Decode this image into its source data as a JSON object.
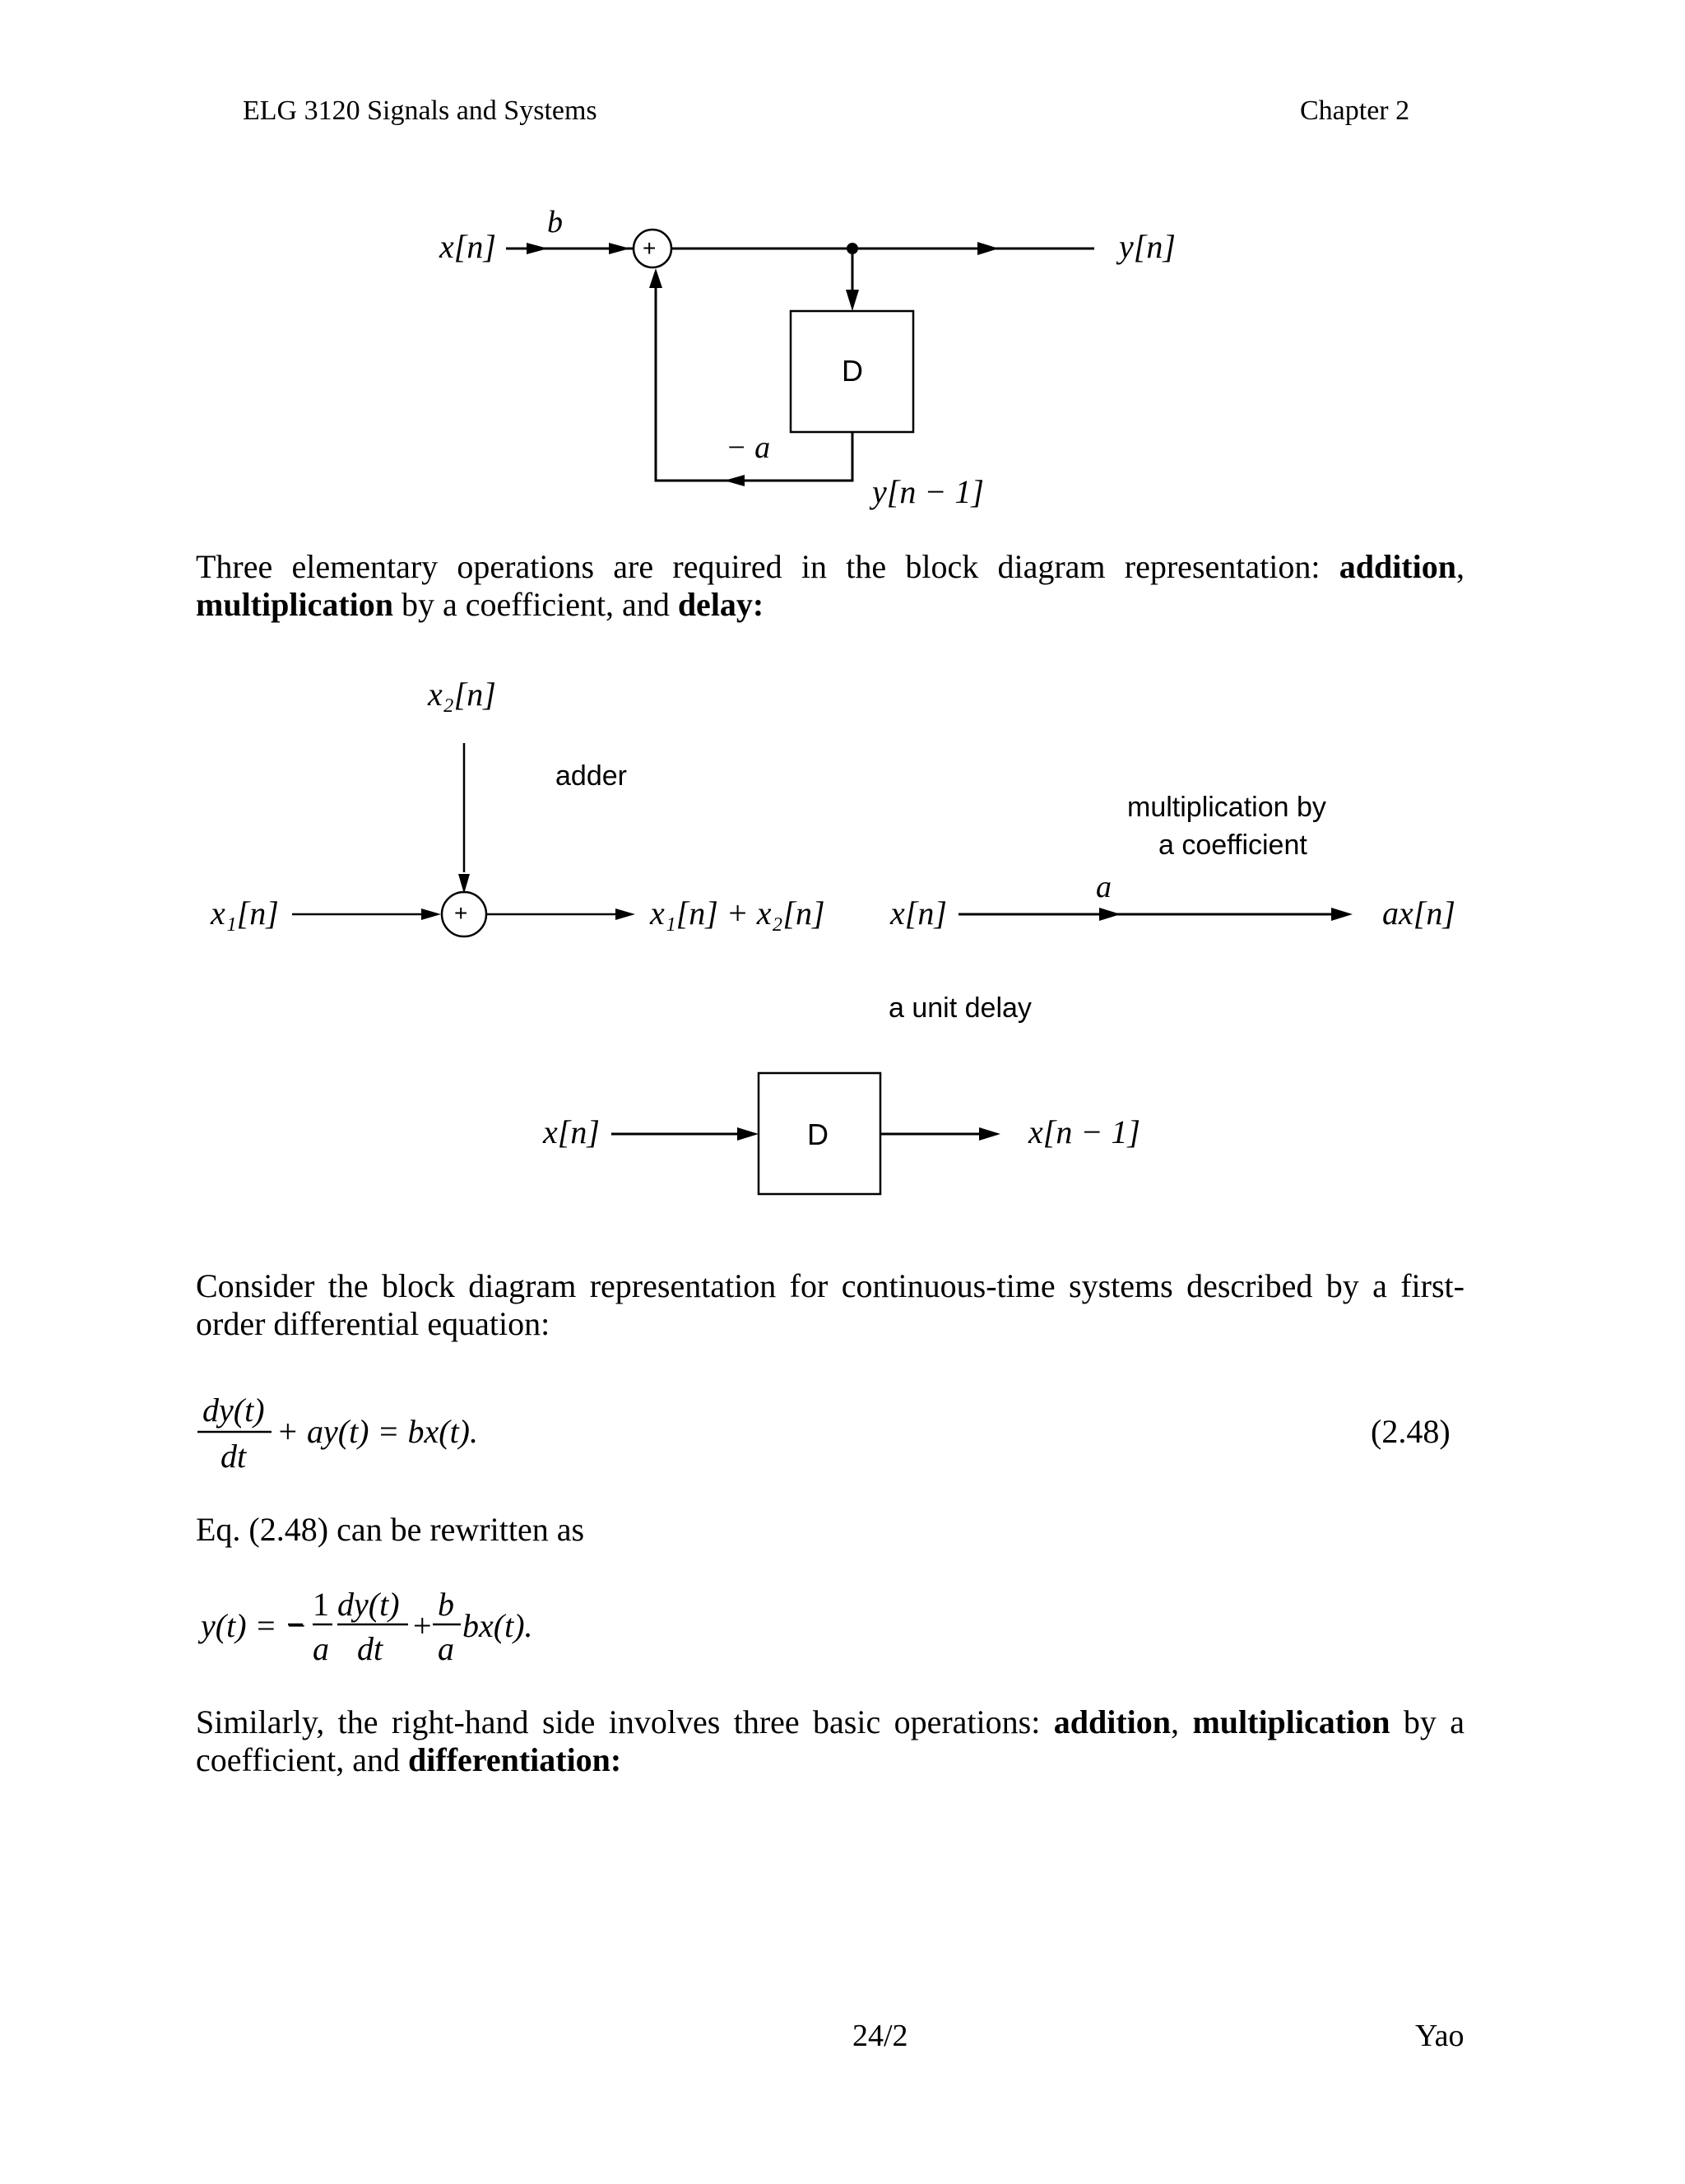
{
  "header": {
    "course": "ELG 3120 Signals and Systems",
    "chapter": "Chapter 2"
  },
  "figure1": {
    "input": "x[n]",
    "gain_b": "b",
    "adder_symbol": "+",
    "output": "y[n]",
    "delay_box": "D",
    "feedback_gain": "− a",
    "delayed_output": "y[n − 1]"
  },
  "para1": {
    "text_a": "Three elementary operations are required in the block diagram representation: ",
    "bold_a": "addition",
    "text_b": ", ",
    "bold_b": "multiplication",
    "text_c": " by a coefficient, and ",
    "bold_c": "delay:"
  },
  "figure2": {
    "x2_label": "x₂[n]",
    "adder_title": "adder",
    "x1_label": "x₁[n]",
    "adder_symbol": "+",
    "sum_label": "x₁[n] + x₂[n]",
    "mult_title_line1": "multiplication by",
    "mult_title_line2": "a coefficient",
    "mult_input": "x[n]",
    "mult_coef": "a",
    "mult_output": "ax[n]",
    "delay_title": "a unit delay",
    "delay_input": "x[n]",
    "delay_box": "D",
    "delay_output": "x[n − 1]"
  },
  "para2": {
    "text": "Consider the block diagram representation for continuous-time systems described by a first-order differential equation:"
  },
  "eq248": {
    "frac_num": "dy(t)",
    "frac_den": "dt",
    "rest": "+ ay(t) = bx(t).",
    "number": "(2.48)"
  },
  "para3": {
    "text": "Eq. (2.48) can be rewritten as"
  },
  "eq_rewrite": {
    "lhs": "y(t) = −",
    "f1_num": "1",
    "f1_den": "a",
    "f2_num": "dy(t)",
    "f2_den": "dt",
    "plus": "+",
    "f3_num": "b",
    "f3_den": "a",
    "tail": "bx(t)."
  },
  "para4": {
    "text_a": "Similarly, the right-hand side involves three basic operations: ",
    "bold_a": "addition",
    "text_b": ", ",
    "bold_b": "multiplication",
    "text_c": " by a coefficient, and ",
    "bold_c": "differentiation:"
  },
  "footer": {
    "page": "24/2",
    "author": "Yao"
  }
}
